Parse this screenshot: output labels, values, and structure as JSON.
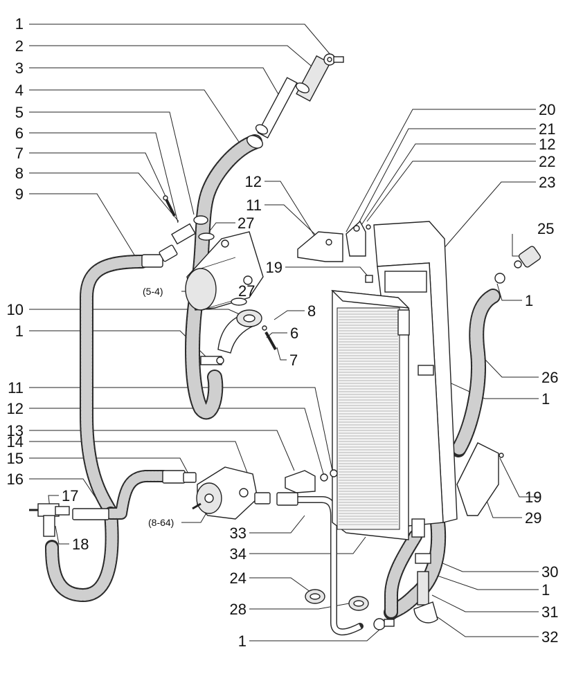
{
  "callouts": {
    "c1a": "1",
    "c2": "2",
    "c3": "3",
    "c4": "4",
    "c5": "5",
    "c6a": "6",
    "c7a": "7",
    "c8a": "8",
    "c9": "9",
    "c20": "20",
    "c21": "21",
    "c12a": "12",
    "c22": "22",
    "c12b": "12",
    "c23": "23",
    "c11a": "11",
    "c27a": "27",
    "c25": "25",
    "c19a": "19",
    "c1b": "1",
    "c27b": "27",
    "c10": "10",
    "c8b": "8",
    "c1c": "1",
    "c6b": "6",
    "c7b": "7",
    "c26": "26",
    "c1d": "1",
    "c11b": "11",
    "c12c": "12",
    "c13": "13",
    "c14": "14",
    "c15": "15",
    "c16": "16",
    "c17": "17",
    "c18": "18",
    "c19b": "19",
    "c29": "29",
    "c33": "33",
    "c34": "34",
    "c30": "30",
    "c1e": "1",
    "c24": "24",
    "c28": "28",
    "c31": "31",
    "c1f": "1",
    "c32": "32"
  },
  "refs": {
    "engine": "(5-4)",
    "pump": "(8-64)"
  }
}
